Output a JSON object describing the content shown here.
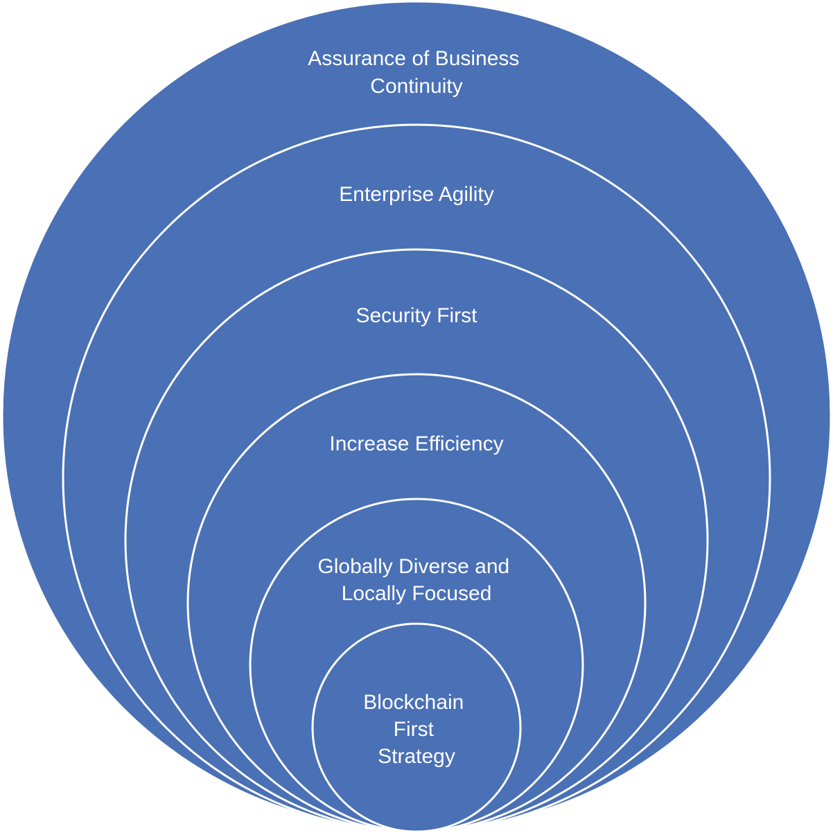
{
  "diagram": {
    "fill_color": "#4A70B5",
    "stroke_color": "#FFFFFF",
    "text_color": "#FFFFFF",
    "layers": [
      {
        "id": "assurance",
        "lines": [
          "Assurance of Business",
          "Continuity"
        ]
      },
      {
        "id": "agility",
        "lines": [
          "Enterprise Agility"
        ]
      },
      {
        "id": "security",
        "lines": [
          "Security First"
        ]
      },
      {
        "id": "efficiency",
        "lines": [
          "Increase Efficiency"
        ]
      },
      {
        "id": "global",
        "lines": [
          "Globally Diverse and",
          "Locally Focused"
        ]
      },
      {
        "id": "blockchain",
        "lines": [
          "Blockchain",
          "First",
          "Strategy"
        ]
      }
    ]
  }
}
